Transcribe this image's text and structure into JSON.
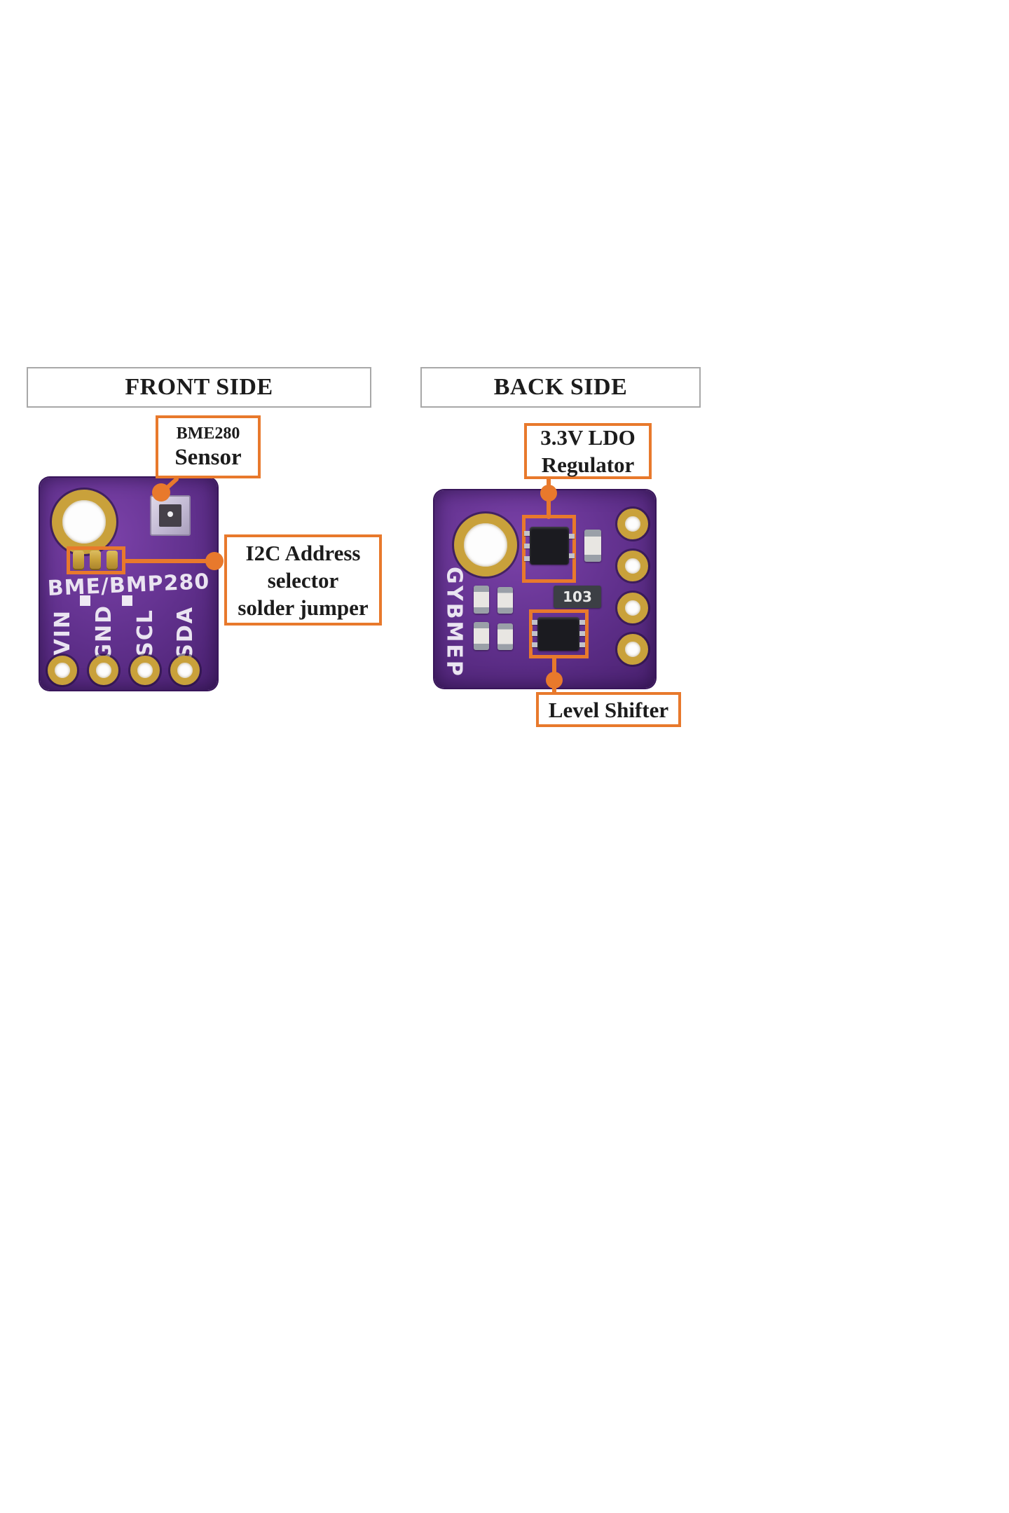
{
  "colors": {
    "accent": "#E8792C",
    "pcb_purple": "#5B2A83",
    "gold": "#C9A13B"
  },
  "front": {
    "header": "FRONT SIDE",
    "board_label": "BME/BMP280",
    "pin_labels": [
      "VIN",
      "GND",
      "SCL",
      "SDA"
    ],
    "callout_sensor": {
      "line1": "BME280",
      "line2": "Sensor"
    },
    "callout_i2c": {
      "line1": "I2C Address",
      "line2": "selector",
      "line3": "solder jumper"
    }
  },
  "back": {
    "header": "BACK SIDE",
    "board_label": "GYBMEP",
    "resistor_label": "103",
    "callout_ldo": {
      "line1": "3.3V LDO",
      "line2": "Regulator"
    },
    "callout_level_shifter": {
      "label": "Level Shifter"
    }
  }
}
